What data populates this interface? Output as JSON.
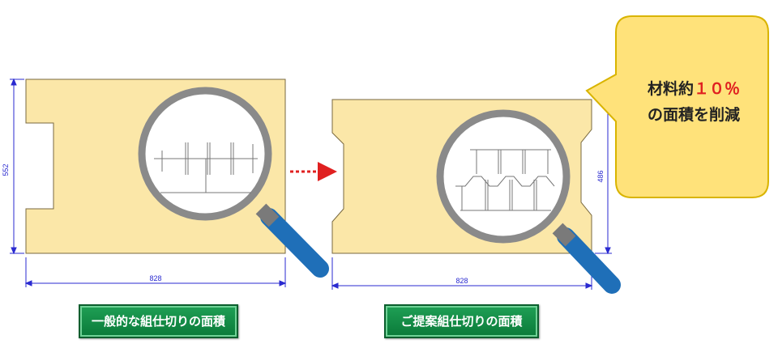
{
  "colors": {
    "panel_fill": "#fbe7a8",
    "panel_stroke": "#7a6a40",
    "dimension": "#2a2ad0",
    "lens_ring": "#8a8a8a",
    "handle": "#1f6fb8",
    "arrow": "#e02020",
    "callout_fill": "#ffe27a",
    "label_green": "#129a48",
    "accent_red": "#e02020"
  },
  "left_panel": {
    "height_dim": "552",
    "width_dim": "828",
    "label": "一般的な組仕切りの面積"
  },
  "right_panel": {
    "height_dim": "486",
    "width_dim": "828",
    "label": "ご提案組仕切りの面積"
  },
  "callout": {
    "line1_prefix": "材料約",
    "line1_highlight": "１０％",
    "line2": "の面積を削減"
  },
  "icons": [
    "magnifier-icon",
    "arrow-right-icon"
  ]
}
